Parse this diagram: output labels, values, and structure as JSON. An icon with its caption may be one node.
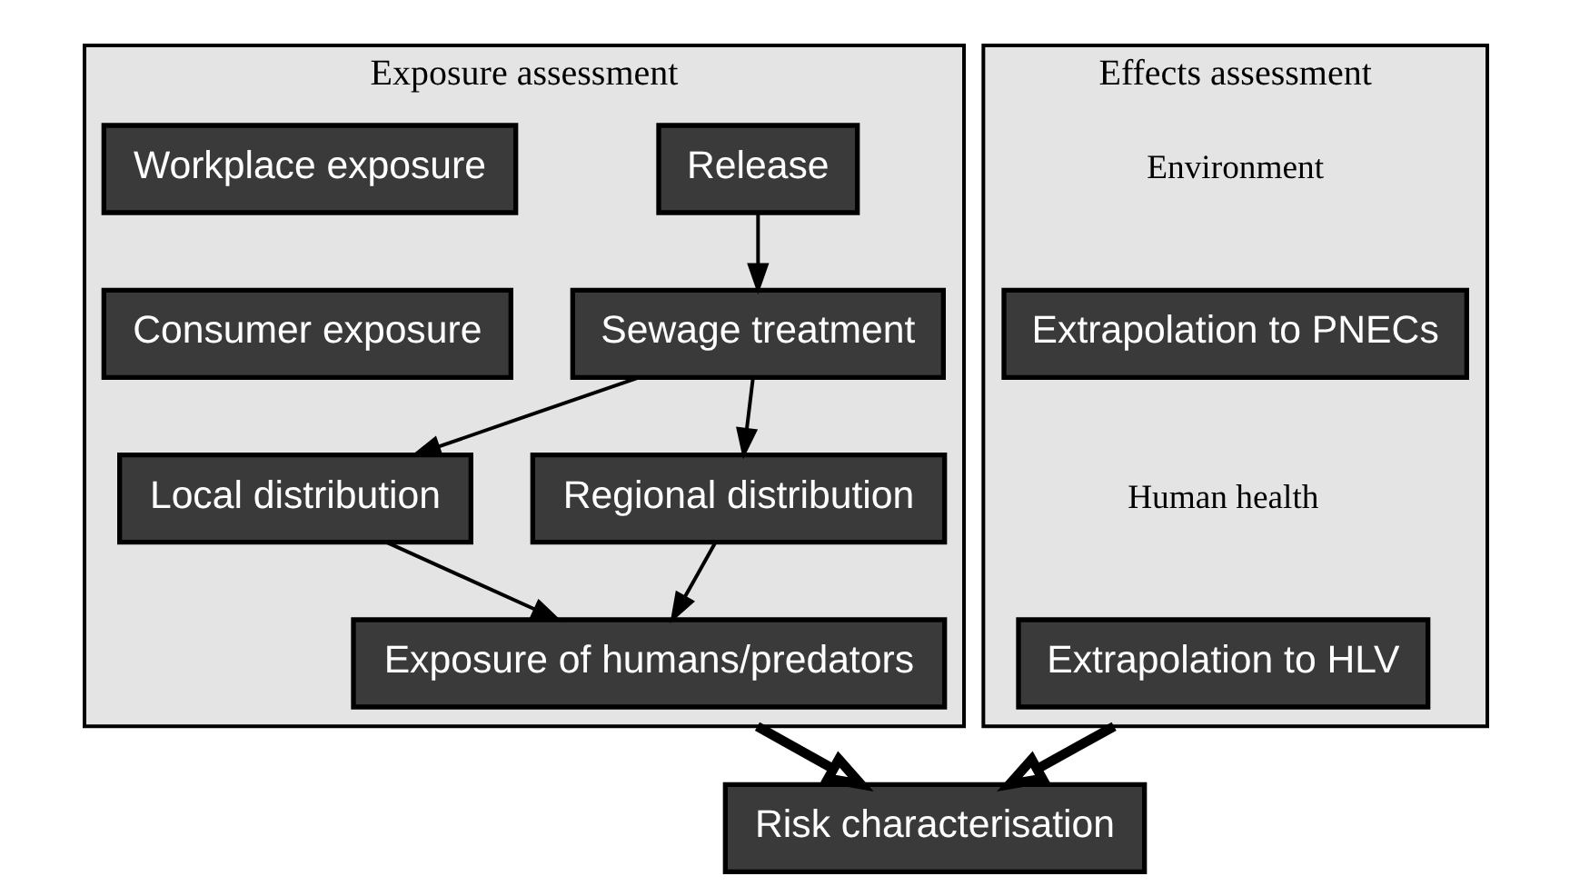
{
  "diagram": {
    "nodes": [
      {
        "text": [
          "Exposure assessment"
        ]
      },
      {
        "text": [
          "Release"
        ],
        "in": 0
      },
      {
        "text": [
          "Sewage treatment"
        ],
        "in": 0
      },
      {
        "text": [
          "Workplace exposure"
        ],
        "in": 0
      },
      {
        "text": [
          "Local distribution"
        ],
        "in": 0
      },
      {
        "text": [
          "Regional distribution"
        ],
        "in": 0
      },
      {
        "text": [
          "Consumer exposure"
        ],
        "in": 0
      },
      {
        "text": [
          "Exposure of humans/predators"
        ],
        "in": 0
      },
      {
        "text": [
          "Effects assessment"
        ]
      },
      {
        "text": [
          "Extrapolation to PNECs"
        ],
        "in": 8,
        "beside": [
          "Environment"
        ]
      },
      {
        "text": [
          "Extrapolation to HLV"
        ],
        "in": 8,
        "beside": [
          "Human health"
        ]
      },
      {
        "text": [
          "Risk characterisation"
        ]
      }
    ],
    "edges": [
      {
        "from": 1,
        "to": 2,
        "arrow": "to"
      },
      {
        "from": 2,
        "to": 4,
        "arrow": "to"
      },
      {
        "from": 2,
        "to": 5,
        "arrow": "to"
      },
      {
        "from": 4,
        "to": 7,
        "arrow": "to"
      },
      {
        "from": 5,
        "to": 7,
        "arrow": "to"
      },
      {
        "from": 0,
        "to": 11,
        "arrow": "to",
        "style": "thick"
      },
      {
        "from": 8,
        "to": 11,
        "arrow": "to",
        "style": "thick"
      }
    ]
  }
}
